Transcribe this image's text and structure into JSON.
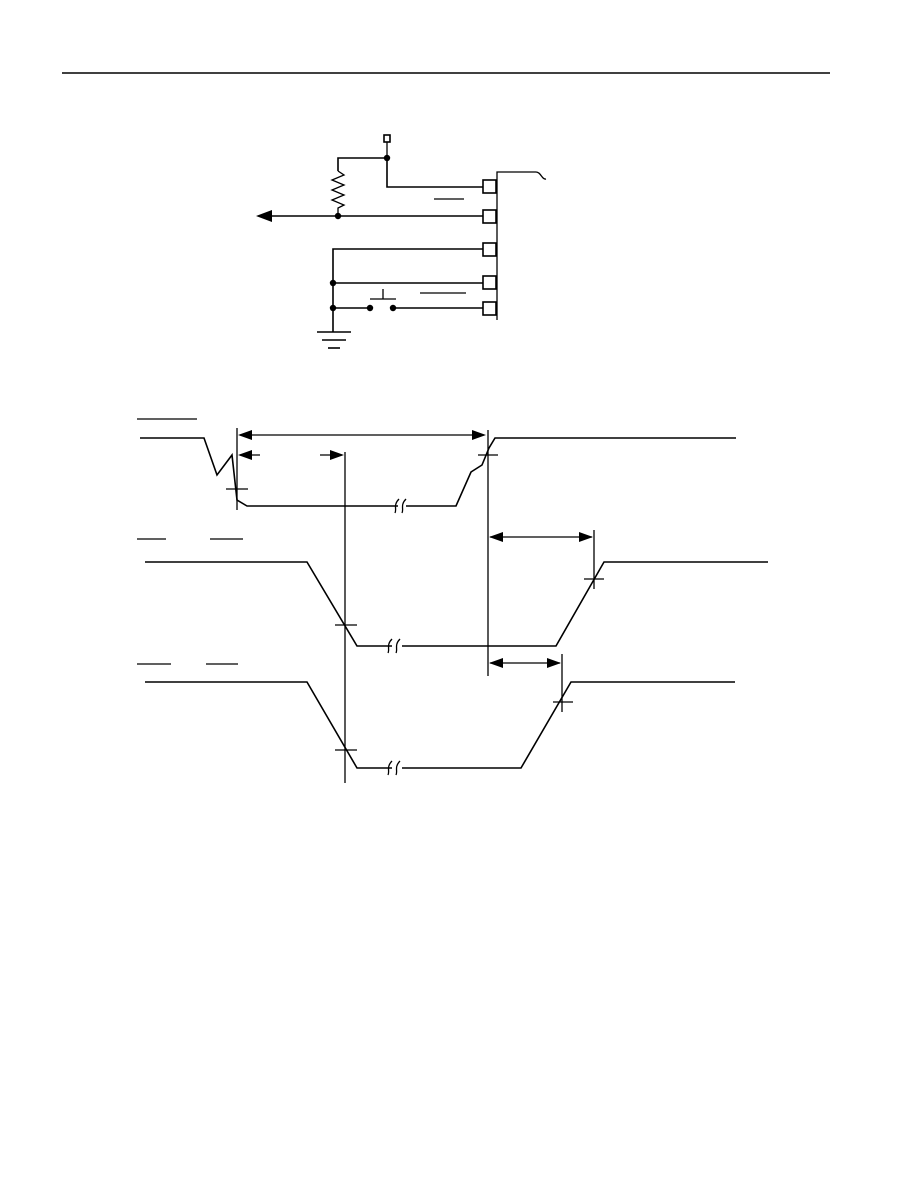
{
  "document": {
    "has_header_rule": true,
    "figures": [
      {
        "id": "reset-circuit",
        "type": "schematic",
        "text_labels": []
      },
      {
        "id": "timing-diagram",
        "type": "timing",
        "signal_count": 3,
        "text_labels": []
      }
    ]
  },
  "colors": {
    "ink": "#000000",
    "paper": "#ffffff"
  }
}
